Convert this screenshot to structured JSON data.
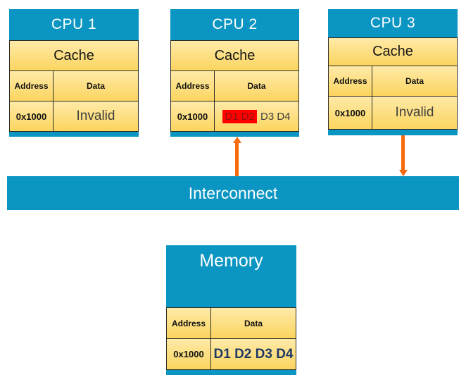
{
  "colors": {
    "block_blue": "#0B95C2",
    "panel_yellow_top": "#FFEAA8",
    "panel_yellow_bottom": "#FBD55F",
    "panel_border": "#2E2C26",
    "arrow_orange": "#F96A0D",
    "highlight_red_bg": "#FF0000",
    "highlight_red_text": "#8F1010",
    "muted_text": "#404040",
    "memory_data_text": "#1F3864",
    "title_text": "#FFFFFF"
  },
  "cpus": [
    {
      "title": "CPU 1",
      "cache_label": "Cache",
      "headers": [
        "Address",
        "Data"
      ],
      "row": {
        "address": "0x1000",
        "data": "Invalid"
      }
    },
    {
      "title": "CPU 2",
      "cache_label": "Cache",
      "headers": [
        "Address",
        "Data"
      ],
      "row": {
        "address": "0x1000",
        "data_highlighted": "D1 D2",
        "data_rest": "D3 D4"
      }
    },
    {
      "title": "CPU 3",
      "cache_label": "Cache",
      "headers": [
        "Address",
        "Data"
      ],
      "row": {
        "address": "0x1000",
        "data": "Invalid"
      }
    }
  ],
  "interconnect": {
    "label": "Interconnect"
  },
  "memory": {
    "title": "Memory",
    "headers": [
      "Address",
      "Data"
    ],
    "row": {
      "address": "0x1000",
      "data": "D1 D2 D3 D4"
    }
  },
  "arrows": [
    {
      "from": "interconnect",
      "to": "cpu2",
      "direction": "up"
    },
    {
      "from": "cpu3",
      "to": "interconnect",
      "direction": "down"
    }
  ]
}
